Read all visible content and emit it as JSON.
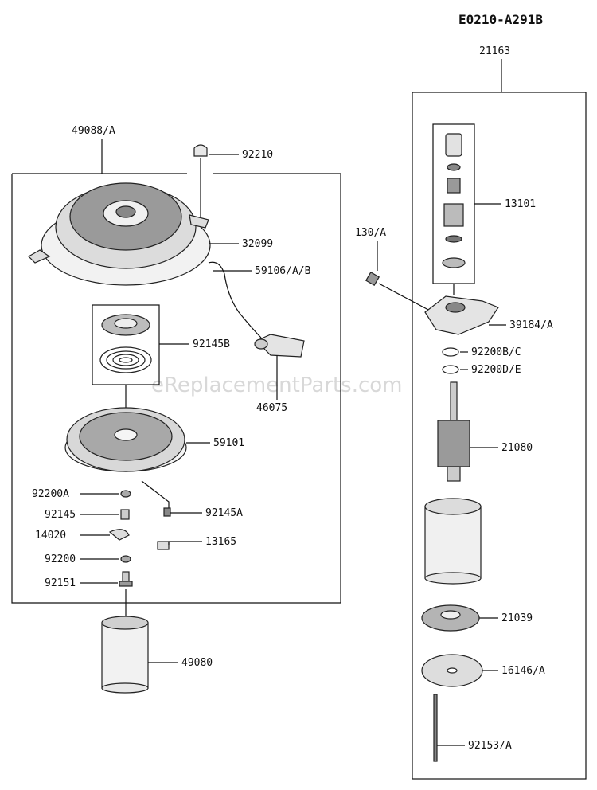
{
  "diagram_code": "E0210-A291B",
  "watermark": "eReplacementParts.com",
  "assemblies": {
    "left_assembly": "49088/A",
    "right_assembly": "21163"
  },
  "labels": {
    "p92210": "92210",
    "p32099": "32099",
    "p59106": "59106/A/B",
    "p92145B": "92145B",
    "p46075": "46075",
    "p59101": "59101",
    "p92200A": "92200A",
    "p92145": "92145",
    "p92145A": "92145A",
    "p14020": "14020",
    "p13165": "13165",
    "p92200": "92200",
    "p92151": "92151",
    "p49080": "49080",
    "p13101": "13101",
    "p130A": "130/A",
    "p39184": "39184/A",
    "p92200BC": "92200B/C",
    "p92200DE": "92200D/E",
    "p21080": "21080",
    "p21039": "21039",
    "p16146": "16146/A",
    "p92153": "92153/A"
  }
}
